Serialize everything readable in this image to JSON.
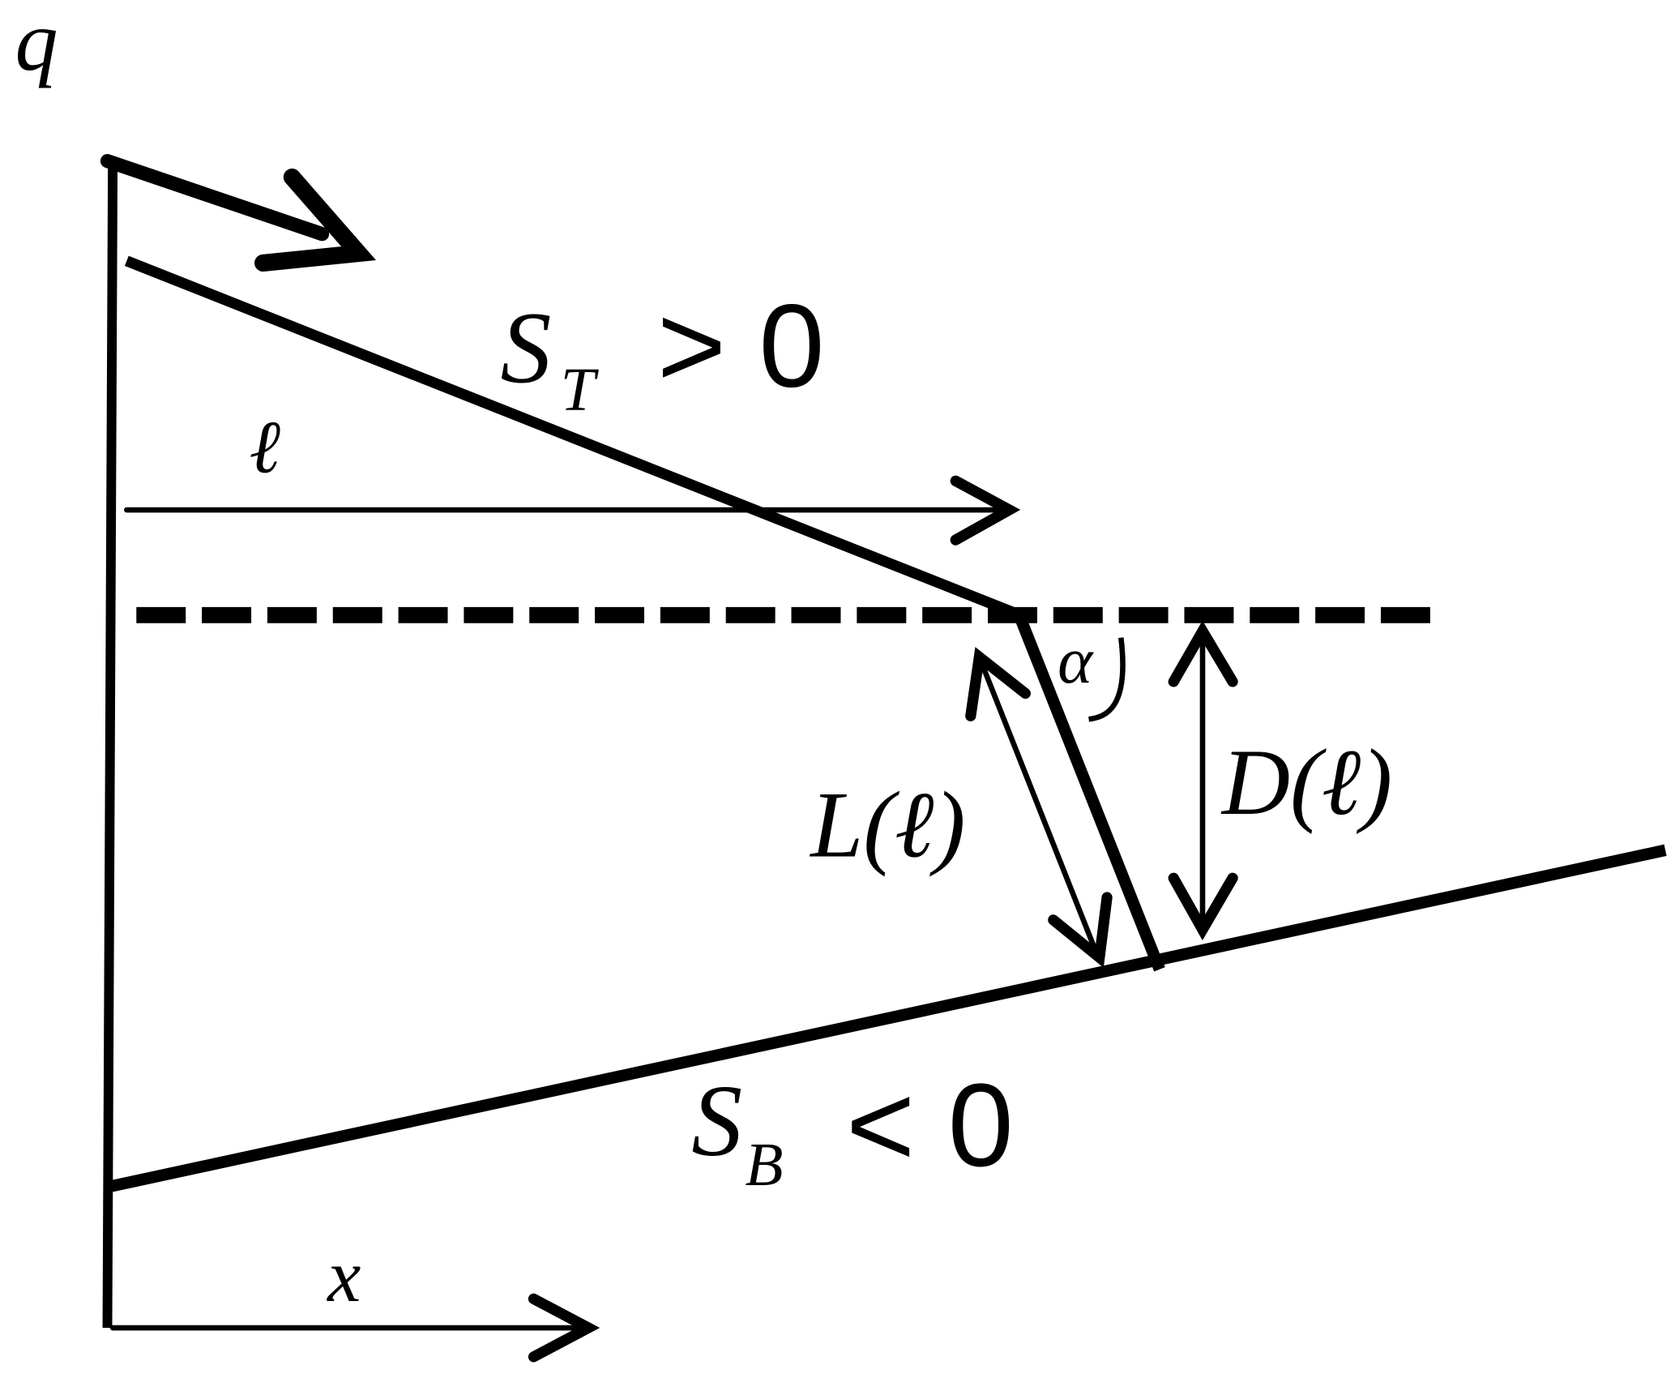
{
  "labels": {
    "q_axis": "q",
    "x_axis": "x",
    "ell": "ℓ",
    "top_slope_symbol": "S",
    "top_slope_sub": "T",
    "top_slope_relation": "> 0",
    "bottom_slope_symbol": "S",
    "bottom_slope_sub": "B",
    "bottom_slope_relation": "< 0",
    "alpha": "α",
    "L_of_ell": "L(ℓ)",
    "D_of_ell": "D(ℓ)"
  },
  "colors": {
    "ink": "#000000",
    "background": "#ffffff"
  }
}
